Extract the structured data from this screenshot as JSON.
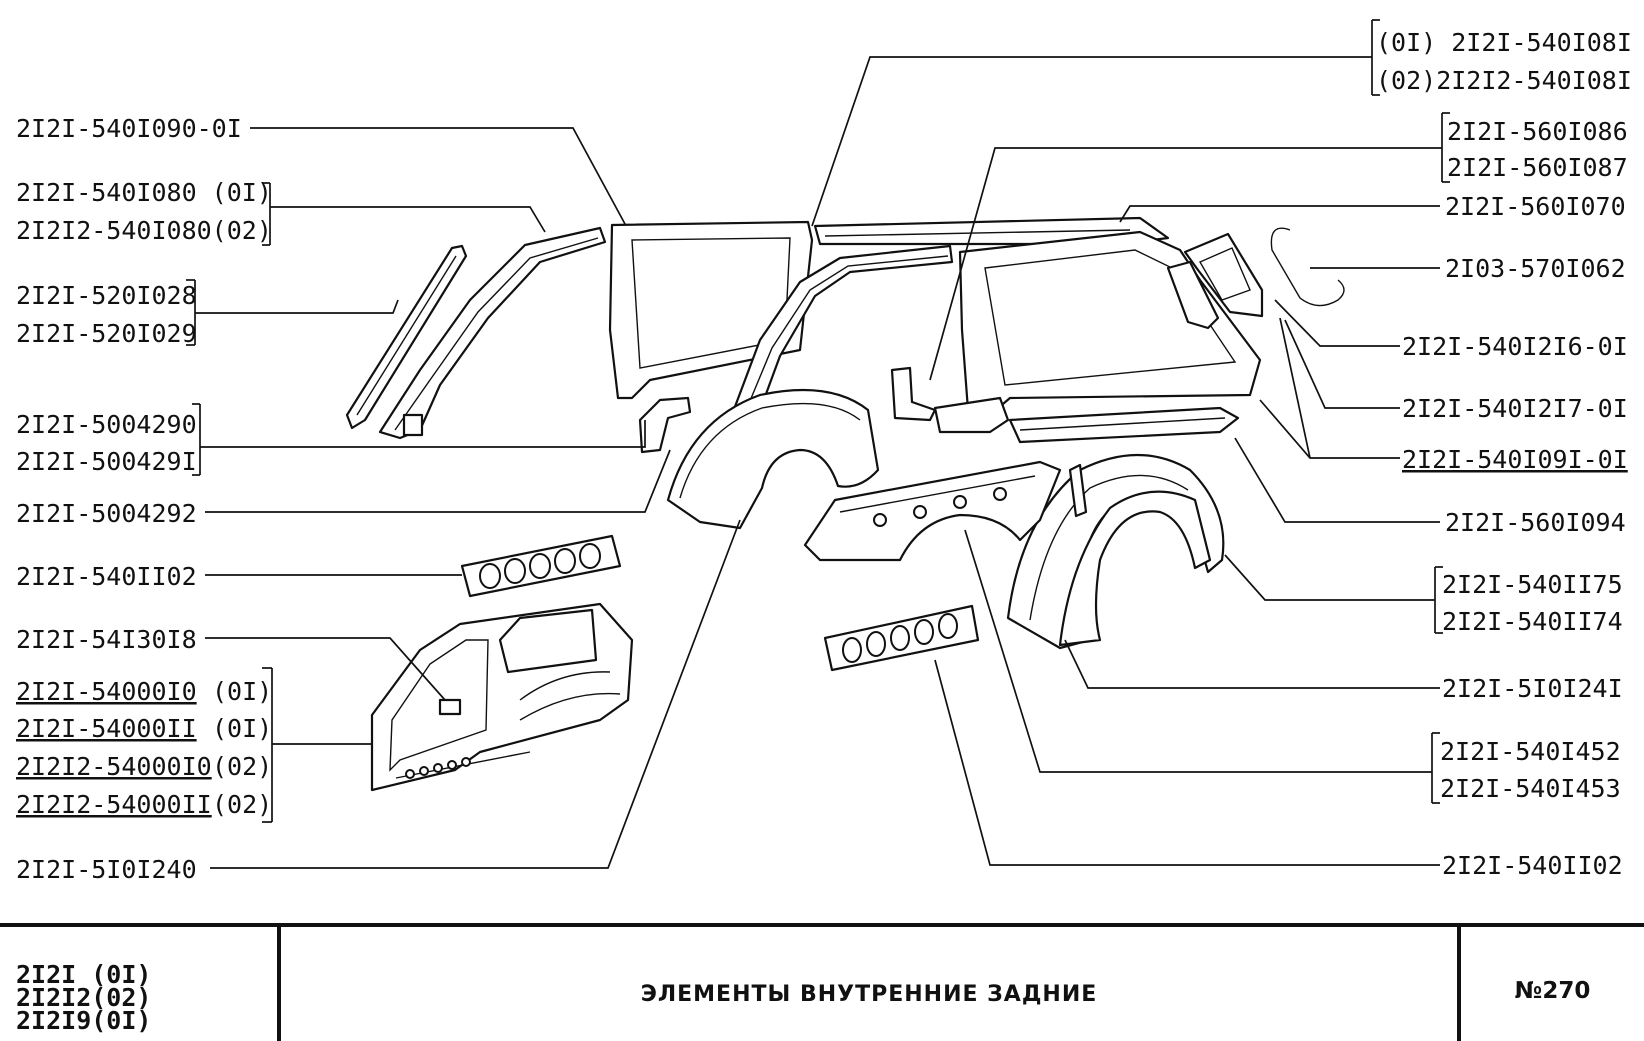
{
  "callouts": {
    "left": [
      "2I2I-540I090-0I",
      "2I2I-540I080 (0I)",
      "2I2I2-540I080(02)",
      "2I2I-520I028",
      "2I2I-520I029",
      "2I2I-5004290",
      "2I2I-500429I",
      "2I2I-5004292",
      "2I2I-540II02",
      "2I2I-54I30I8",
      "2I2I-54000I0",
      "(0I)",
      "2I2I-54000II",
      "(0I)",
      "2I2I2-54000I0",
      "(02)",
      "2I2I2-54000II",
      "(02)",
      "2I2I-5I0I240"
    ],
    "right": [
      "(0I) 2I2I-540I08I",
      "(02)2I2I2-540I08I",
      "2I2I-560I086",
      "2I2I-560I087",
      "2I2I-560I070",
      "2I03-570I062",
      "2I2I-540I2I6-0I",
      "2I2I-540I2I7-0I",
      "2I2I-540I09I-0I",
      "2I2I-560I094",
      "2I2I-540II75",
      "2I2I-540II74",
      "2I2I-5I0I24I",
      "2I2I-540I452",
      "2I2I-540I453",
      "2I2I-540II02"
    ]
  },
  "title_block": {
    "models": [
      "2I2I (0I)",
      "2I2I2(02)",
      "2I2I9(0I)"
    ],
    "title": "ЭЛЕМЕНТЫ ВНУТРЕННИЕ ЗАДНИЕ",
    "sheet": "№270"
  }
}
